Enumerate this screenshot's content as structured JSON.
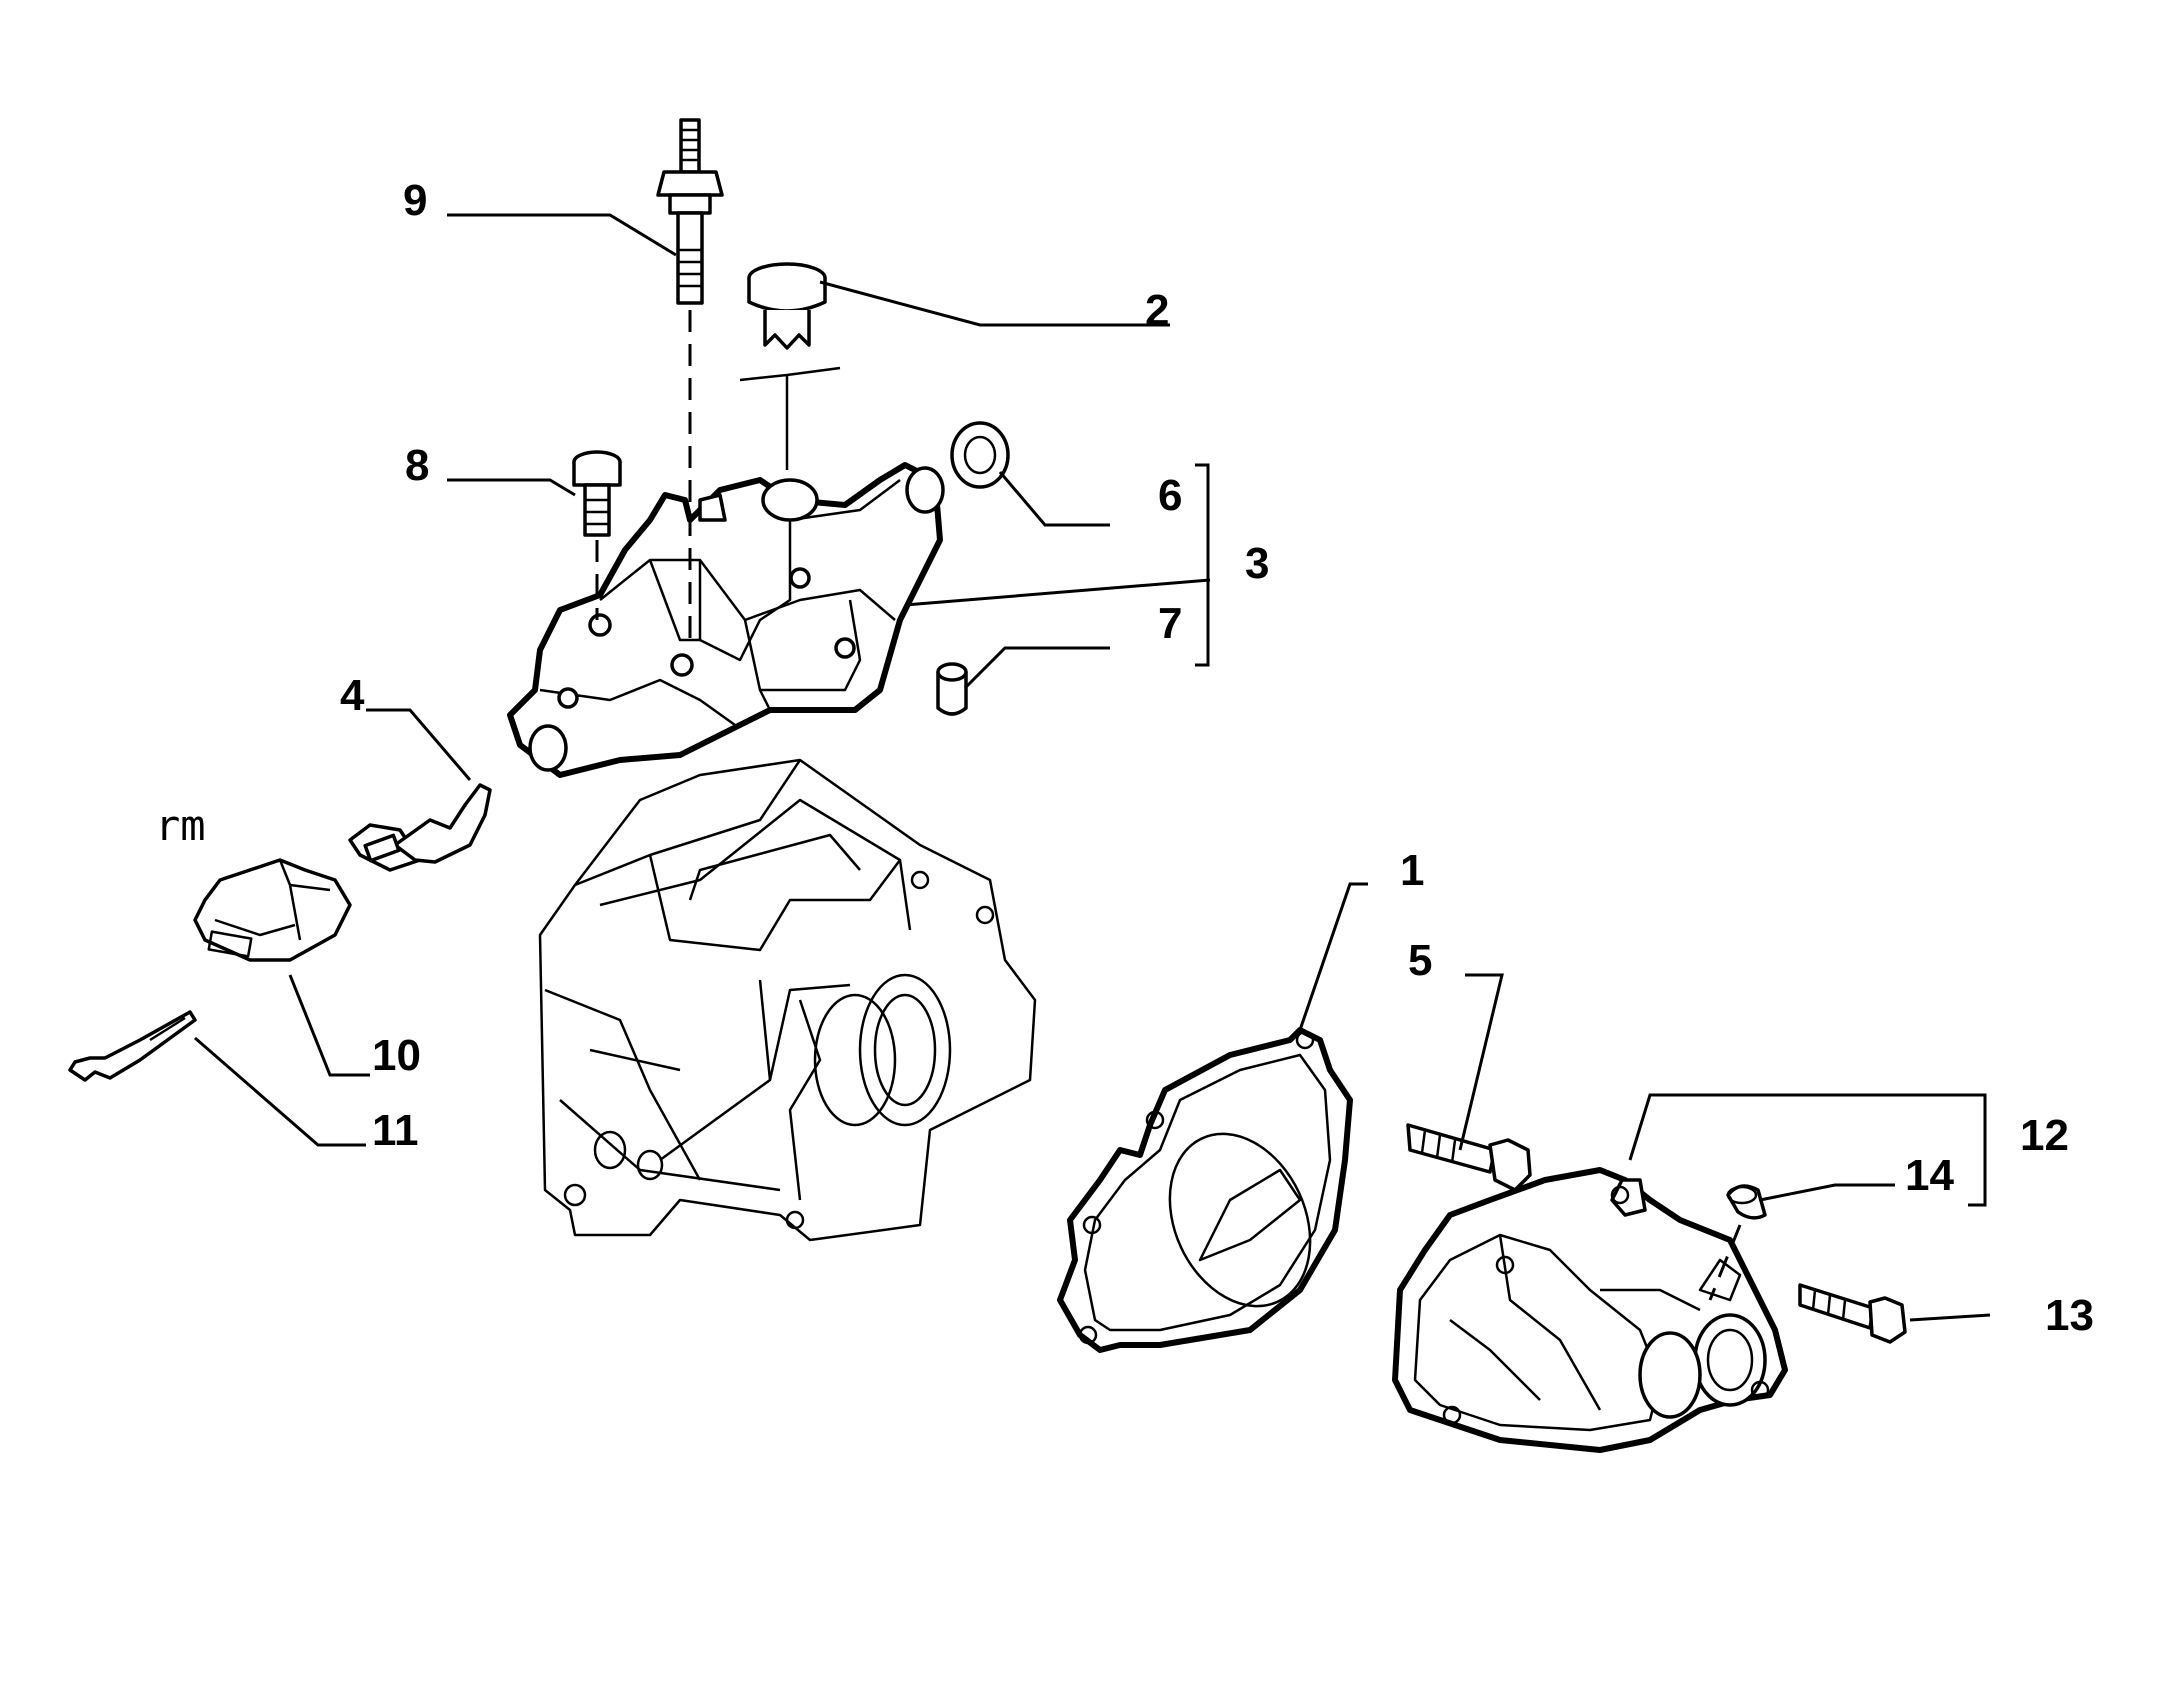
{
  "diagram": {
    "note_label": "rm",
    "callouts": [
      {
        "id": "c1",
        "label": "1"
      },
      {
        "id": "c2",
        "label": "2"
      },
      {
        "id": "c3",
        "label": "3"
      },
      {
        "id": "c4",
        "label": "4"
      },
      {
        "id": "c5",
        "label": "5"
      },
      {
        "id": "c6",
        "label": "6"
      },
      {
        "id": "c7",
        "label": "7"
      },
      {
        "id": "c8",
        "label": "8"
      },
      {
        "id": "c9",
        "label": "9"
      },
      {
        "id": "c10",
        "label": "10"
      },
      {
        "id": "c11",
        "label": "11"
      },
      {
        "id": "c12",
        "label": "12"
      },
      {
        "id": "c13",
        "label": "13"
      },
      {
        "id": "c14",
        "label": "14"
      }
    ],
    "colors": {
      "ink": "#000000",
      "paper": "#ffffff"
    }
  }
}
